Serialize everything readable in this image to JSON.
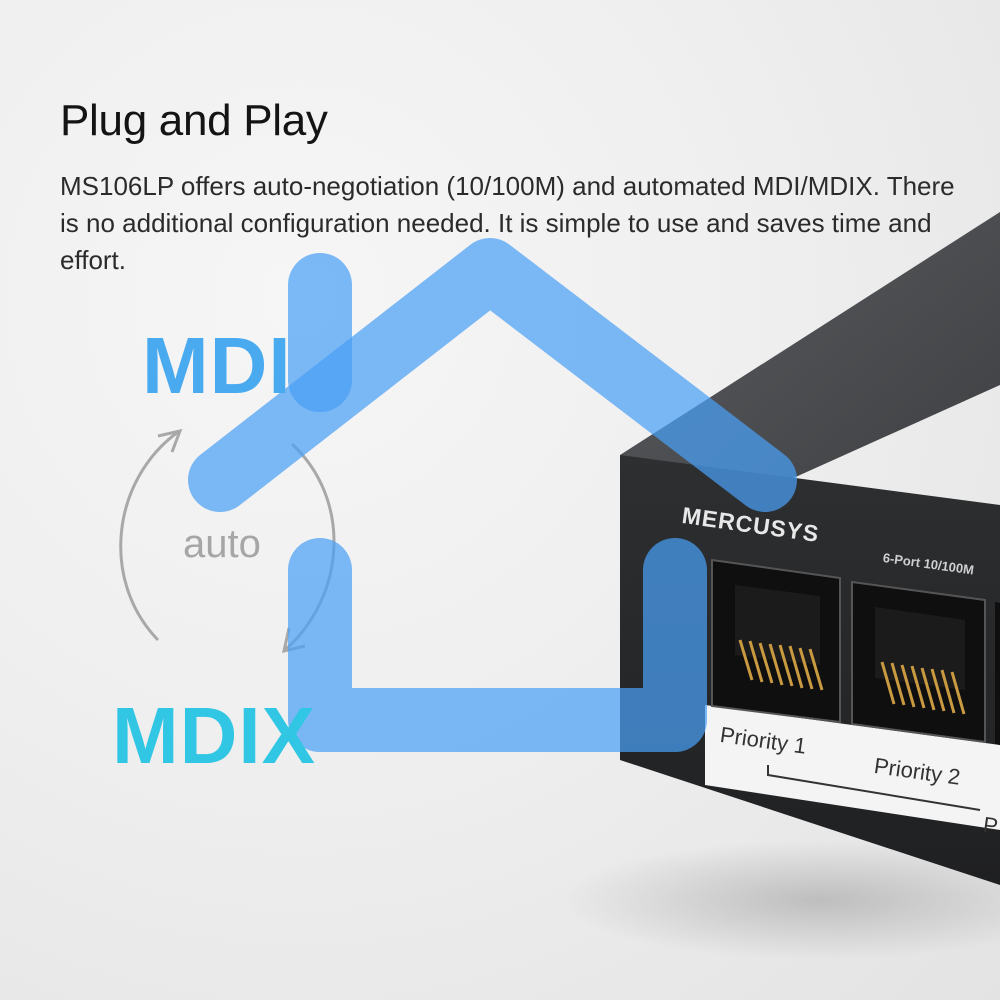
{
  "heading": "Plug and Play",
  "description": "MS106LP offers auto-negotiation (10/100M) and automated MDI/MDIX. There is no additional configuration needed. It is simple to use and saves time and effort.",
  "diagram": {
    "mdi_label": "MDI",
    "auto_label": "auto",
    "mdix_label": "MDIX"
  },
  "device": {
    "brand": "MERCUSYS",
    "model_text": "6-Port 10/100M",
    "port_labels": [
      "Priority 1",
      "Priority 2",
      "P"
    ]
  },
  "colors": {
    "house_icon": "#4aa0f5",
    "mdi_text": "#49aaf0",
    "mdix_text": "#30c6e4",
    "device_body": "#3a3c3f"
  },
  "icons": [
    "house-icon",
    "arrow-up-icon",
    "arrow-down-icon"
  ]
}
